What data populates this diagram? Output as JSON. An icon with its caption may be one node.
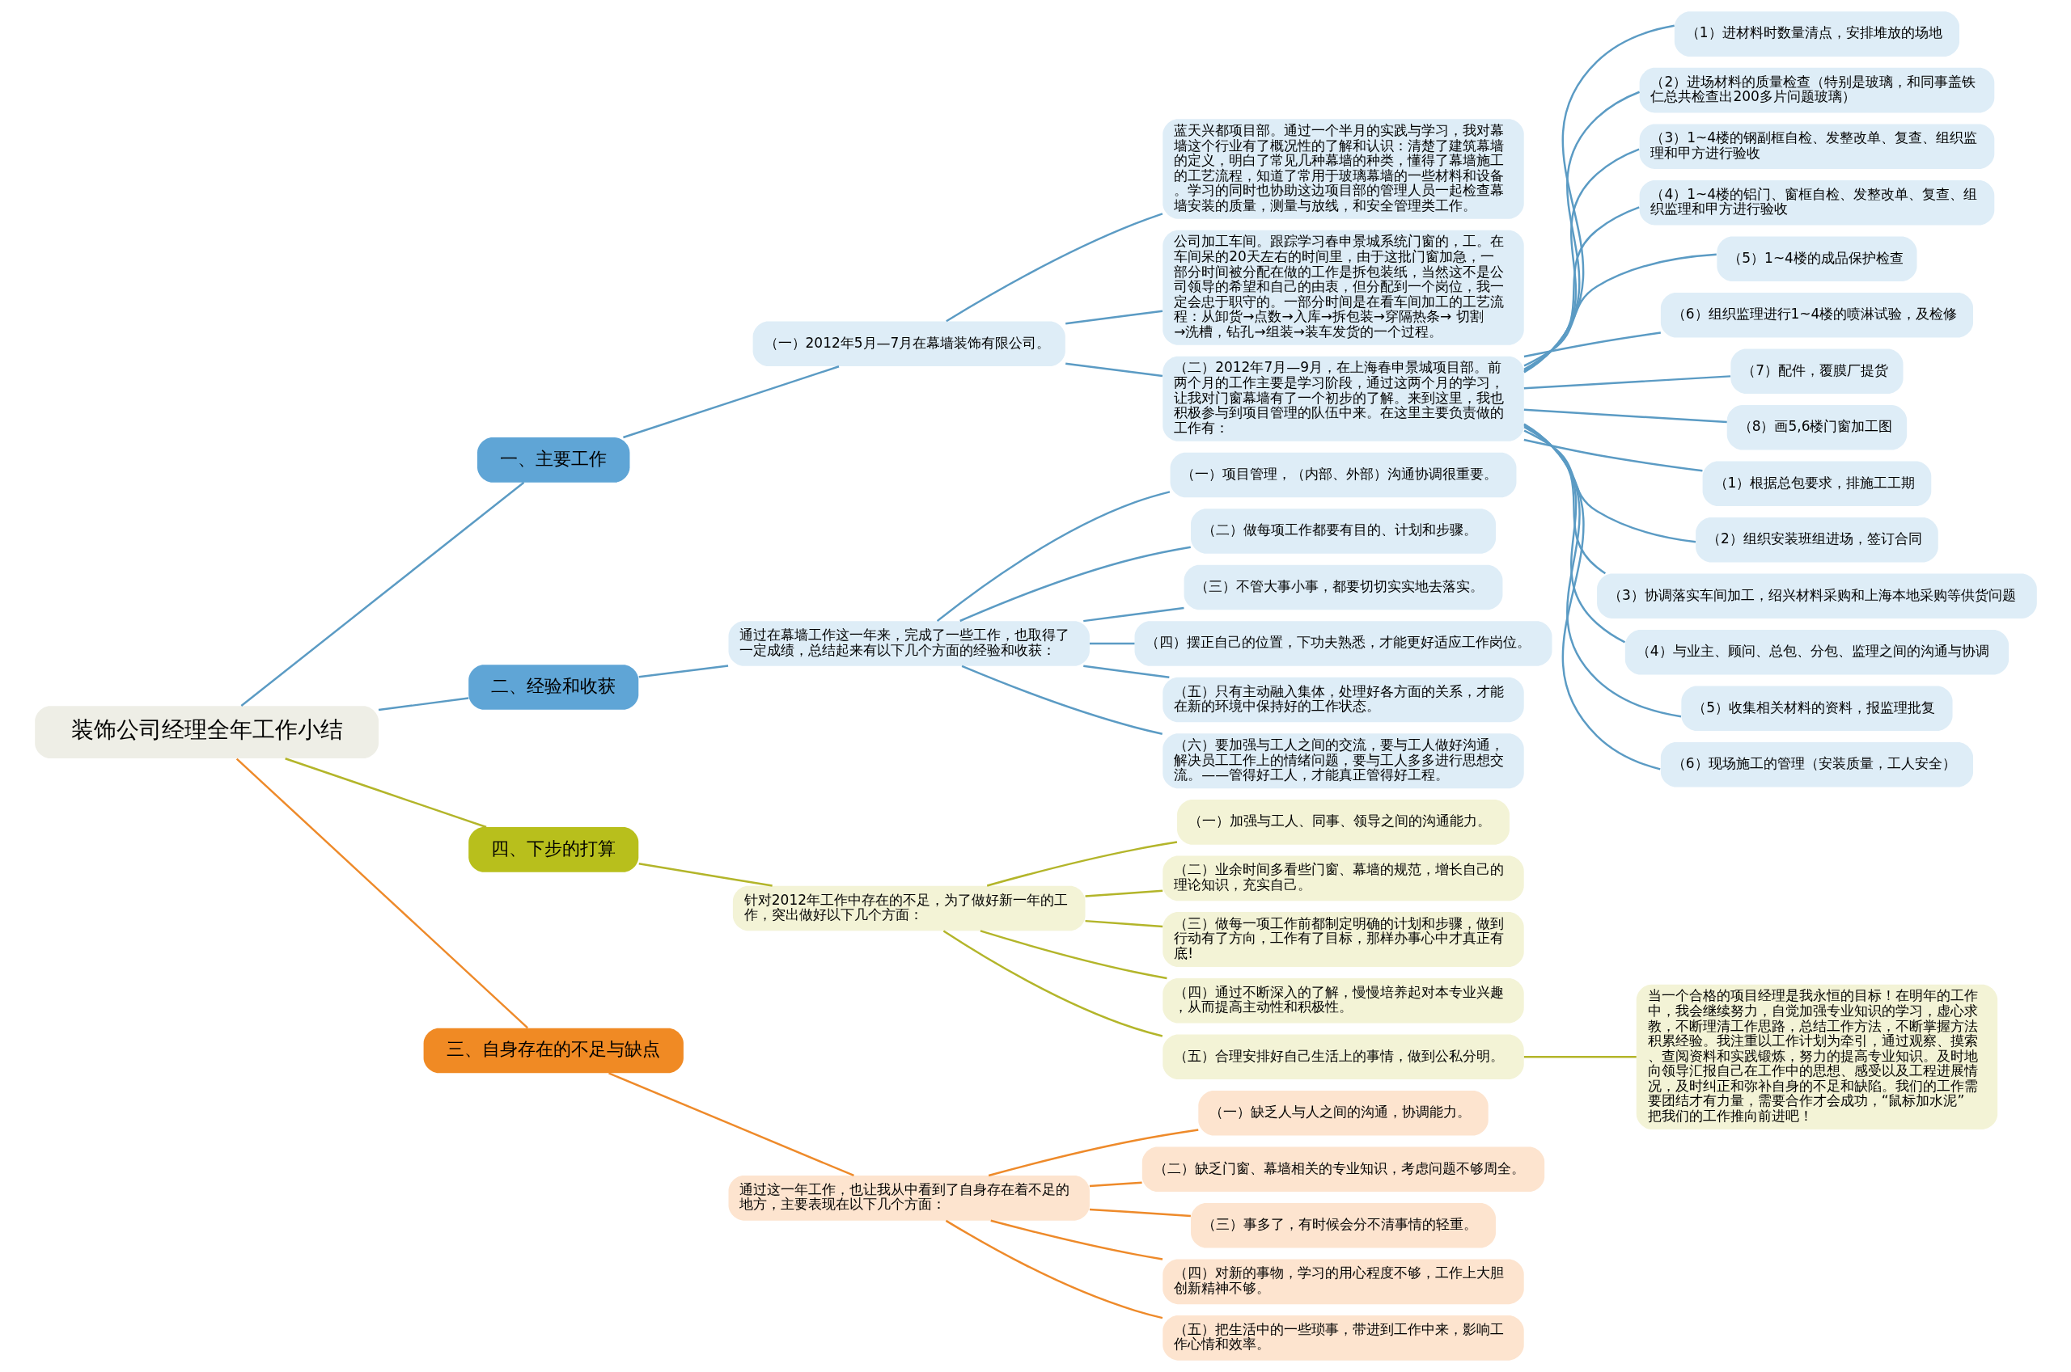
{
  "diagram": {
    "nodes": [
      {
        "text": [
          "装饰公司经理全年工作小结"
        ]
      },
      {
        "text": [
          "一、主要工作"
        ]
      },
      {
        "text": [
          "（一）2012年5月—7月在幕墙装饰有限公司。"
        ]
      },
      {
        "text": [
          "蓝天兴都项目部。通过一个半月的实践与学习，我对幕墙这个行业有了概况性的了解和认识：清楚了建筑幕墙的定义，明白了常见几种幕墙的种类，懂得了幕墙施工的工艺流程，知道了常用于玻璃幕墙的一些材料和设备。学习的同时也协助这边项目部的管理人员一起检查幕墙安装的质量，测量与放线，和安全管理类工作。"
        ]
      },
      {
        "text": [
          "公司加工车间。跟踪学习春申景城系统门窗的，工。在车间呆的20天左右的时间里，由于这批门窗加急，一部分时间被分配在做的工作是拆包装纸，当然这不是公司领导的希望和自己的由衷，但分配到一个岗位，我一定会忠于职守的。一部分时间是在看车间加工的工艺流程：从卸货→点数→入库→拆包装→穿隔热条→ 切割→洗槽，钻孔→组装→装车发货的一个过程。"
        ]
      },
      {
        "text": [
          "（二）2012年7月—9月，在上海春申景城项目部。前两个月的工作主要是学习阶段，通过这两个月的学习，让我对门窗幕墙有了一个初步的了解。来到这里，我也积极参与到项目管理的队伍中来。在这里主要负责做的工作有："
        ]
      },
      {
        "text": [
          "（1）进材料时数量清点，安排堆放的场地"
        ]
      },
      {
        "text": [
          "（2）进场材料的质量检查（特别是玻璃，和同事盖铁仁总共检查出200多片问题玻璃）"
        ]
      },
      {
        "text": [
          "（3）1~4楼的钢副框自检、发整改单、复查、组织监理和甲方进行验收"
        ]
      },
      {
        "text": [
          "（4）1~4楼的铝门、窗框自检、发整改单、复查、组织监理和甲方进行验收"
        ]
      },
      {
        "text": [
          "（5）1~4楼的成品保护检查"
        ]
      },
      {
        "text": [
          "（6）组织监理进行1~4楼的喷淋试验，及检修"
        ]
      },
      {
        "text": [
          "（7）配件，覆膜厂提货"
        ]
      },
      {
        "text": [
          "（8）画5,6楼门窗加工图"
        ]
      },
      {
        "text": [
          "（1）根据总包要求，排施工工期"
        ]
      },
      {
        "text": [
          "（2）组织安装班组进场，签订合同"
        ]
      },
      {
        "text": [
          "（3）协调落实车间加工，绍兴材料采购和上海本地采购等供货问题"
        ]
      },
      {
        "text": [
          "（4）与业主、顾问、总包、分包、监理之间的沟通与协调"
        ]
      },
      {
        "text": [
          "（5）收集相关材料的资料，报监理批复"
        ]
      },
      {
        "text": [
          "（6）现场施工的管理（安装质量，工人安全）"
        ]
      },
      {
        "text": [
          "二、经验和收获"
        ]
      },
      {
        "text": [
          "通过在幕墙工作这一年来，完成了一些工作，也取得了一定成绩，总结起来有以下几个方面的经验和收获："
        ]
      },
      {
        "text": [
          "（一）项目管理，（内部、外部）沟通协调很重要。"
        ]
      },
      {
        "text": [
          "（二）做每项工作都要有目的、计划和步骤。"
        ]
      },
      {
        "text": [
          "（三）不管大事小事，都要切切实实地去落实。"
        ]
      },
      {
        "text": [
          "（四）摆正自己的位置，下功夫熟悉，才能更好适应工作岗位。"
        ]
      },
      {
        "text": [
          "（五）只有主动融入集体，处理好各方面的关系，才能在新的环境中保持好的工作状态。"
        ]
      },
      {
        "text": [
          "（六）要加强与工人之间的交流，要与工人做好沟通，解决员工工作上的情绪问题，要与工人多多进行思想交流。——管得好工人，才能真正管得好工程。"
        ]
      },
      {
        "text": [
          "四、下步的打算"
        ]
      },
      {
        "text": [
          "针对2012年工作中存在的不足，为了做好新一年的工作，突出做好以下几个方面："
        ]
      },
      {
        "text": [
          "（一）加强与工人、同事、领导之间的沟通能力。"
        ]
      },
      {
        "text": [
          "（二）业余时间多看些门窗、幕墙的规范，增长自己的理论知识，充实自己。"
        ]
      },
      {
        "text": [
          "（三）做每一项工作前都制定明确的计划和步骤，做到行动有了方向，工作有了目标，那样办事心中才真正有底!"
        ]
      },
      {
        "text": [
          "（四）通过不断深入的了解，慢慢培养起对本专业兴趣，从而提高主动性和积极性。"
        ]
      },
      {
        "text": [
          "（五）合理安排好自己生活上的事情，做到公私分明。"
        ]
      },
      {
        "text": [
          "当一个合格的项目经理是我永恒的目标！在明年的工作中，我会继续努力，自觉加强专业知识的学习，虚心求教，不断理清工作思路，总结工作方法，不断掌握方法积累经验。我注重以工作计划为牵引，通过观察、摸索、查阅资料和实践锻炼，努力的提高专业知识。及时地向领导汇报自己在工作中的思想、感受以及工程进展情况，及时纠正和弥补自身的不足和缺陷。我们的工作需要团结才有力量，需要合作才会成功，“鼠标加水泥”把我们的工作推向前进吧！"
        ]
      },
      {
        "text": [
          "三、自身存在的不足与缺点"
        ]
      },
      {
        "text": [
          "通过这一年工作，也让我从中看到了自身存在着不足的地方，主要表现在以下几个方面："
        ]
      },
      {
        "text": [
          "（一）缺乏人与人之间的沟通，协调能力。"
        ]
      },
      {
        "text": [
          "（二）缺乏门窗、幕墙相关的专业知识，考虑问题不够周全。"
        ]
      },
      {
        "text": [
          "（三）事多了，有时候会分不清事情的轻重。"
        ]
      },
      {
        "text": [
          "（四）对新的事物，学习的用心程度不够，工作上大胆创新精神不够。"
        ]
      },
      {
        "text": [
          "（五）把生活中的一些琐事，带进到工作中来，影响工作心情和效率。"
        ]
      }
    ],
    "edges": [
      {
        "from": 0,
        "to": 1,
        "arrow": "none"
      },
      {
        "from": 1,
        "to": 2,
        "arrow": "none"
      },
      {
        "from": 2,
        "to": 3,
        "arrow": "none"
      },
      {
        "from": 2,
        "to": 4,
        "arrow": "none"
      },
      {
        "from": 2,
        "to": 5,
        "arrow": "none"
      },
      {
        "from": 5,
        "to": 6,
        "arrow": "none"
      },
      {
        "from": 5,
        "to": 7,
        "arrow": "none"
      },
      {
        "from": 5,
        "to": 8,
        "arrow": "none"
      },
      {
        "from": 5,
        "to": 9,
        "arrow": "none"
      },
      {
        "from": 5,
        "to": 10,
        "arrow": "none"
      },
      {
        "from": 5,
        "to": 11,
        "arrow": "none"
      },
      {
        "from": 5,
        "to": 12,
        "arrow": "none"
      },
      {
        "from": 5,
        "to": 13,
        "arrow": "none"
      },
      {
        "from": 5,
        "to": 14,
        "arrow": "none"
      },
      {
        "from": 5,
        "to": 15,
        "arrow": "none"
      },
      {
        "from": 5,
        "to": 16,
        "arrow": "none"
      },
      {
        "from": 5,
        "to": 17,
        "arrow": "none"
      },
      {
        "from": 5,
        "to": 18,
        "arrow": "none"
      },
      {
        "from": 5,
        "to": 19,
        "arrow": "none"
      },
      {
        "from": 0,
        "to": 20,
        "arrow": "none"
      },
      {
        "from": 20,
        "to": 21,
        "arrow": "none"
      },
      {
        "from": 21,
        "to": 22,
        "arrow": "none"
      },
      {
        "from": 21,
        "to": 23,
        "arrow": "none"
      },
      {
        "from": 21,
        "to": 24,
        "arrow": "none"
      },
      {
        "from": 21,
        "to": 25,
        "arrow": "none"
      },
      {
        "from": 21,
        "to": 26,
        "arrow": "none"
      },
      {
        "from": 21,
        "to": 27,
        "arrow": "none"
      },
      {
        "from": 0,
        "to": 28,
        "arrow": "none",
        "color": "#b3b52a"
      },
      {
        "from": 28,
        "to": 29,
        "arrow": "none",
        "color": "#b3b52a"
      },
      {
        "from": 29,
        "to": 30,
        "arrow": "none",
        "color": "#b3b52a"
      },
      {
        "from": 29,
        "to": 31,
        "arrow": "none",
        "color": "#b3b52a"
      },
      {
        "from": 29,
        "to": 32,
        "arrow": "none",
        "color": "#b3b52a"
      },
      {
        "from": 29,
        "to": 33,
        "arrow": "none",
        "color": "#b3b52a"
      },
      {
        "from": 29,
        "to": 34,
        "arrow": "none",
        "color": "#b3b52a"
      },
      {
        "from": 34,
        "to": 35,
        "arrow": "none",
        "color": "#b3b52a"
      },
      {
        "from": 0,
        "to": 36,
        "arrow": "none",
        "color": "#ee8a2a"
      },
      {
        "from": 36,
        "to": 37,
        "arrow": "none",
        "color": "#ee8a2a"
      },
      {
        "from": 37,
        "to": 38,
        "arrow": "none",
        "color": "#ee8a2a"
      },
      {
        "from": 37,
        "to": 39,
        "arrow": "none",
        "color": "#ee8a2a"
      },
      {
        "from": 37,
        "to": 40,
        "arrow": "none",
        "color": "#ee8a2a"
      },
      {
        "from": 37,
        "to": 41,
        "arrow": "none",
        "color": "#ee8a2a"
      },
      {
        "from": 37,
        "to": 42,
        "arrow": "none",
        "color": "#ee8a2a"
      }
    ]
  }
}
